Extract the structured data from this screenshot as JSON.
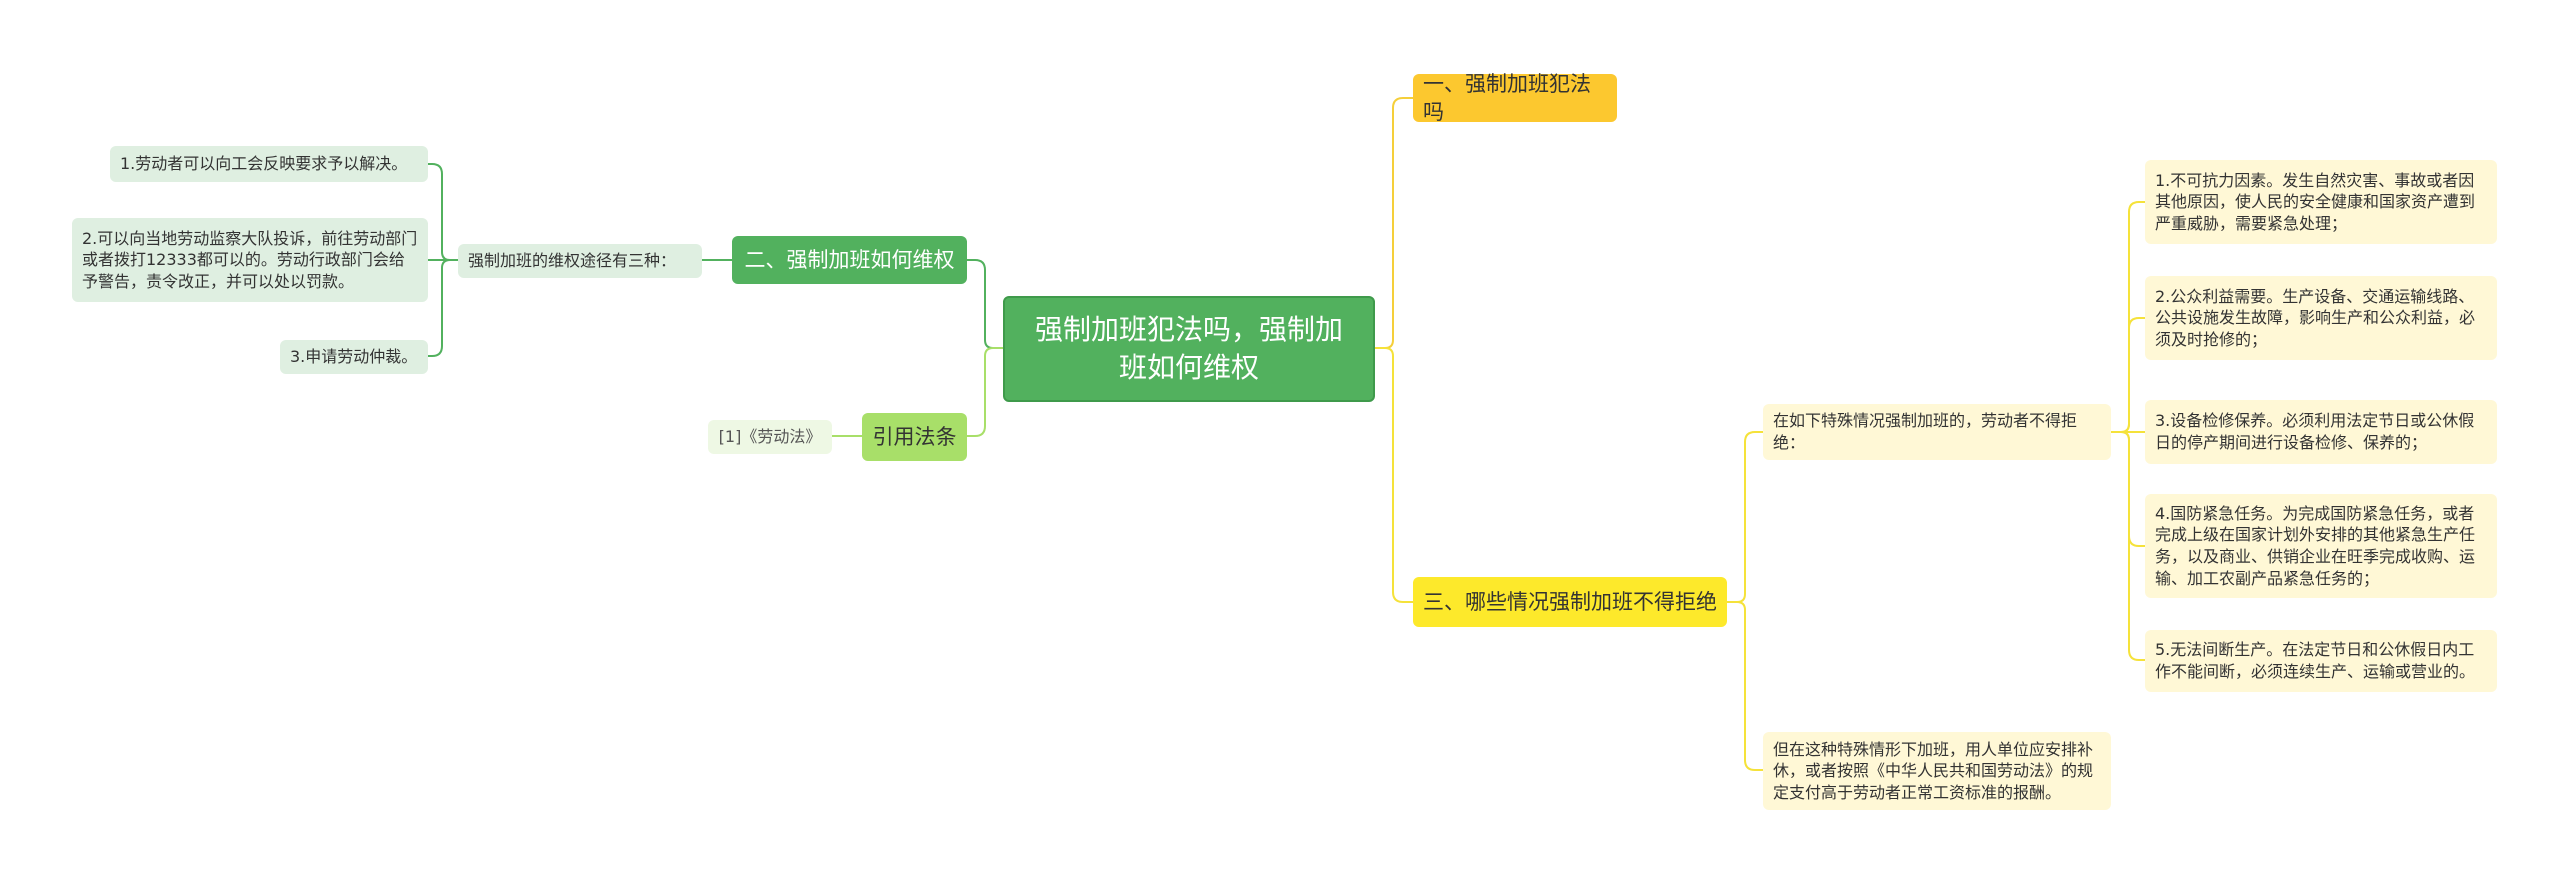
{
  "root": {
    "title": "强制加班犯法吗，强制加班如何维权"
  },
  "branches": {
    "one": {
      "label": "一、强制加班犯法吗"
    },
    "two": {
      "label": "二、强制加班如何维权",
      "sub": "强制加班的维权途径有三种：",
      "items": [
        "1.劳动者可以向工会反映要求予以解决。",
        "2.可以向当地劳动监察大队投诉，前往劳动部门或者拨打12333都可以的。劳动行政部门会给予警告，责令改正，并可以处以罚款。",
        "3.申请劳动仲裁。"
      ]
    },
    "law": {
      "label": "引用法条",
      "item": "[1]《劳动法》"
    },
    "three": {
      "label": "三、哪些情况强制加班不得拒绝",
      "sub": "在如下特殊情况强制加班的，劳动者不得拒绝：",
      "items": [
        "1.不可抗力因素。发生自然灾害、事故或者因其他原因，使人民的安全健康和国家资产遭到严重威胁，需要紧急处理；",
        "2.公众利益需要。生产设备、交通运输线路、公共设施发生故障，影响生产和公众利益，必须及时抢修的；",
        "3.设备检修保养。必须利用法定节日或公休假日的停产期间进行设备检修、保养的；",
        "4.国防紧急任务。为完成国防紧急任务，或者完成上级在国家计划外安排的其他紧急生产任务，以及商业、供销企业在旺季完成收购、运输、加工农副产品紧急任务的；",
        "5.无法间断生产。在法定节日和公休假日内工作不能间断，必须连续生产、运输或营业的。"
      ],
      "note": "但在这种特殊情形下加班，用人单位应安排补休，或者按照《中华人民共和国劳动法》的规定支付高于劳动者正常工资标准的报酬。"
    }
  },
  "colors": {
    "green": "#52b15e",
    "lime": "#a8df69",
    "yellow": "#fcc82f",
    "yellow2": "#fde92b",
    "green_line": "#52b15e",
    "yellow_line": "#f5cf3a"
  }
}
